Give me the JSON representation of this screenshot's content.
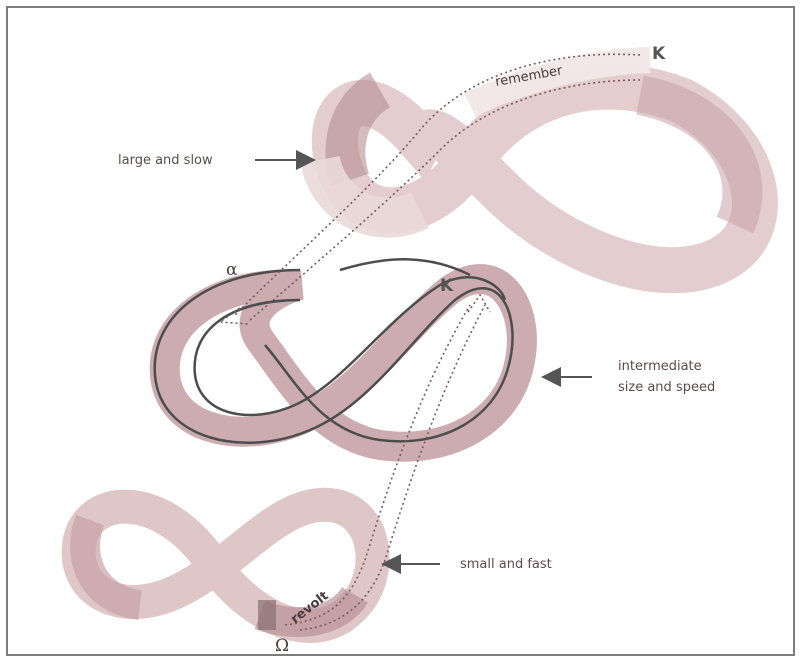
{
  "labels": {
    "large": "large and slow",
    "intermediate_line1": "intermediate",
    "intermediate_line2": "size and speed",
    "small": "small and fast"
  },
  "loop_labels": {
    "remember": "remember",
    "revolt": "revolt"
  },
  "symbols": {
    "alpha": "α",
    "omega": "Ω",
    "k_top": "K",
    "k_mid": "K"
  },
  "colors": {
    "band": "#c8a7a9",
    "band_dark": "#b58e93",
    "band_light": "#ead9d9",
    "outline": "#4d4d4d",
    "dotted": "#7a5a60",
    "frame": "#7d7d7d"
  }
}
